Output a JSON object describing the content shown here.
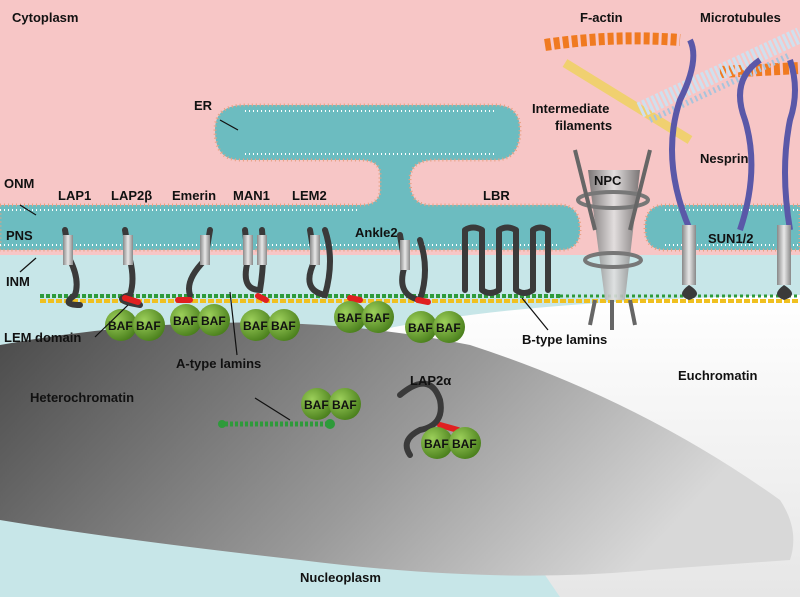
{
  "regions": {
    "cytoplasm": "Cytoplasm",
    "nucleoplasm": "Nucleoplasm",
    "heterochromatin": "Heterochromatin",
    "euchromatin": "Euchromatin"
  },
  "membranes": {
    "onm": "ONM",
    "pns": "PNS",
    "inm": "INM",
    "er": "ER"
  },
  "proteins": {
    "lap1": "LAP1",
    "lap2b": "LAP2β",
    "emerin": "Emerin",
    "man1": "MAN1",
    "lem2": "LEM2",
    "ankle2": "Ankle2",
    "lbr": "LBR",
    "npc": "NPC",
    "nesprin": "Nesprin",
    "sun": "SUN1/2",
    "lap2a": "LAP2α",
    "lem_domain": "LEM domain"
  },
  "cytoskeleton": {
    "factin": "F-actin",
    "microtubules": "Microtubules",
    "if_line1": "Intermediate",
    "if_line2": "filaments"
  },
  "lamins": {
    "a_type": "A-type lamins",
    "b_type": "B-type lamins"
  },
  "baf": {
    "label": "BAF"
  },
  "colors": {
    "cytoplasm": "#f7c6c6",
    "lumen": "#6cbcc0",
    "nucleoplasm": "#c7e6e8",
    "heterochromatin": "#7a7a7a",
    "euchromatin": "#f2f2f2",
    "baf": "#5f9a2a",
    "lem": "#e02020",
    "nesprin": "#5a58a8",
    "actin": "#f07a20",
    "a_lamin": "#2e9a3a",
    "b_lamin": "#f0c020",
    "protein": "#3a3a3a"
  }
}
